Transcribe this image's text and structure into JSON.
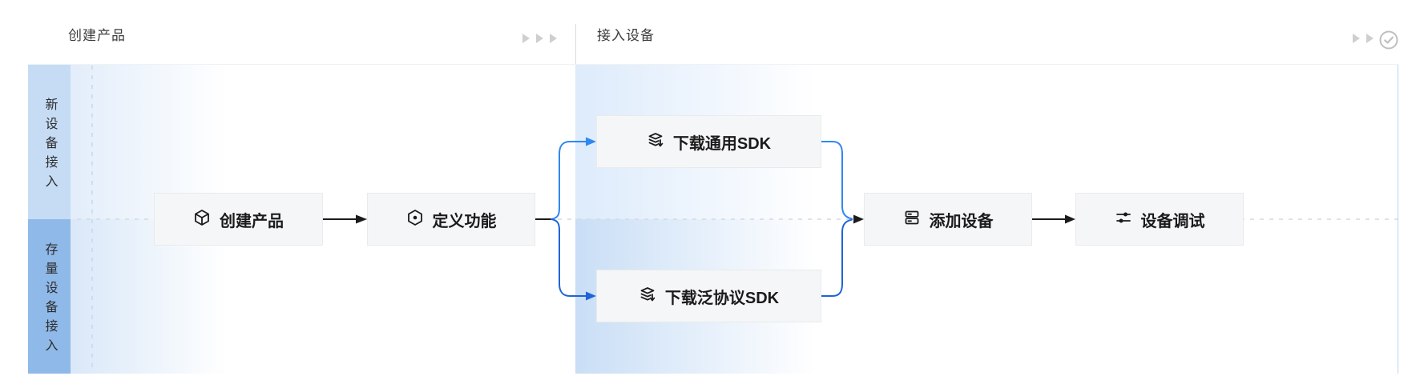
{
  "sections": [
    {
      "title": "创建产品",
      "progress_icon": "chevrons-right-3"
    },
    {
      "title": "接入设备",
      "progress_icon": "chevrons-right-2",
      "status_icon": "check-circle"
    }
  ],
  "lanes": [
    {
      "label": "新设备接入"
    },
    {
      "label": "存量设备接入"
    }
  ],
  "nodes": {
    "create_product": {
      "label": "创建产品",
      "icon": "cube-icon"
    },
    "define_features": {
      "label": "定义功能",
      "icon": "hexagon-dot-icon"
    },
    "download_general_sdk": {
      "label": "下载通用SDK",
      "icon": "layers-download-icon"
    },
    "download_protocol_sdk": {
      "label": "下载泛协议SDK",
      "icon": "layers-download-icon"
    },
    "add_device": {
      "label": "添加设备",
      "icon": "device-stack-icon"
    },
    "debug_device": {
      "label": "设备调试",
      "icon": "tune-icon"
    }
  },
  "colors": {
    "lane1_bg": "#C6DCF5",
    "lane2_bg": "#8FB9E8",
    "section2_band_top": "#DDEBFB",
    "section2_band_bottom": "#C9DEF6",
    "branch_top_blue": "#2F87F2",
    "branch_bottom_blue": "#1F64D8",
    "connector_black": "#1B1B1B",
    "node_bg": "#F5F6F8"
  }
}
